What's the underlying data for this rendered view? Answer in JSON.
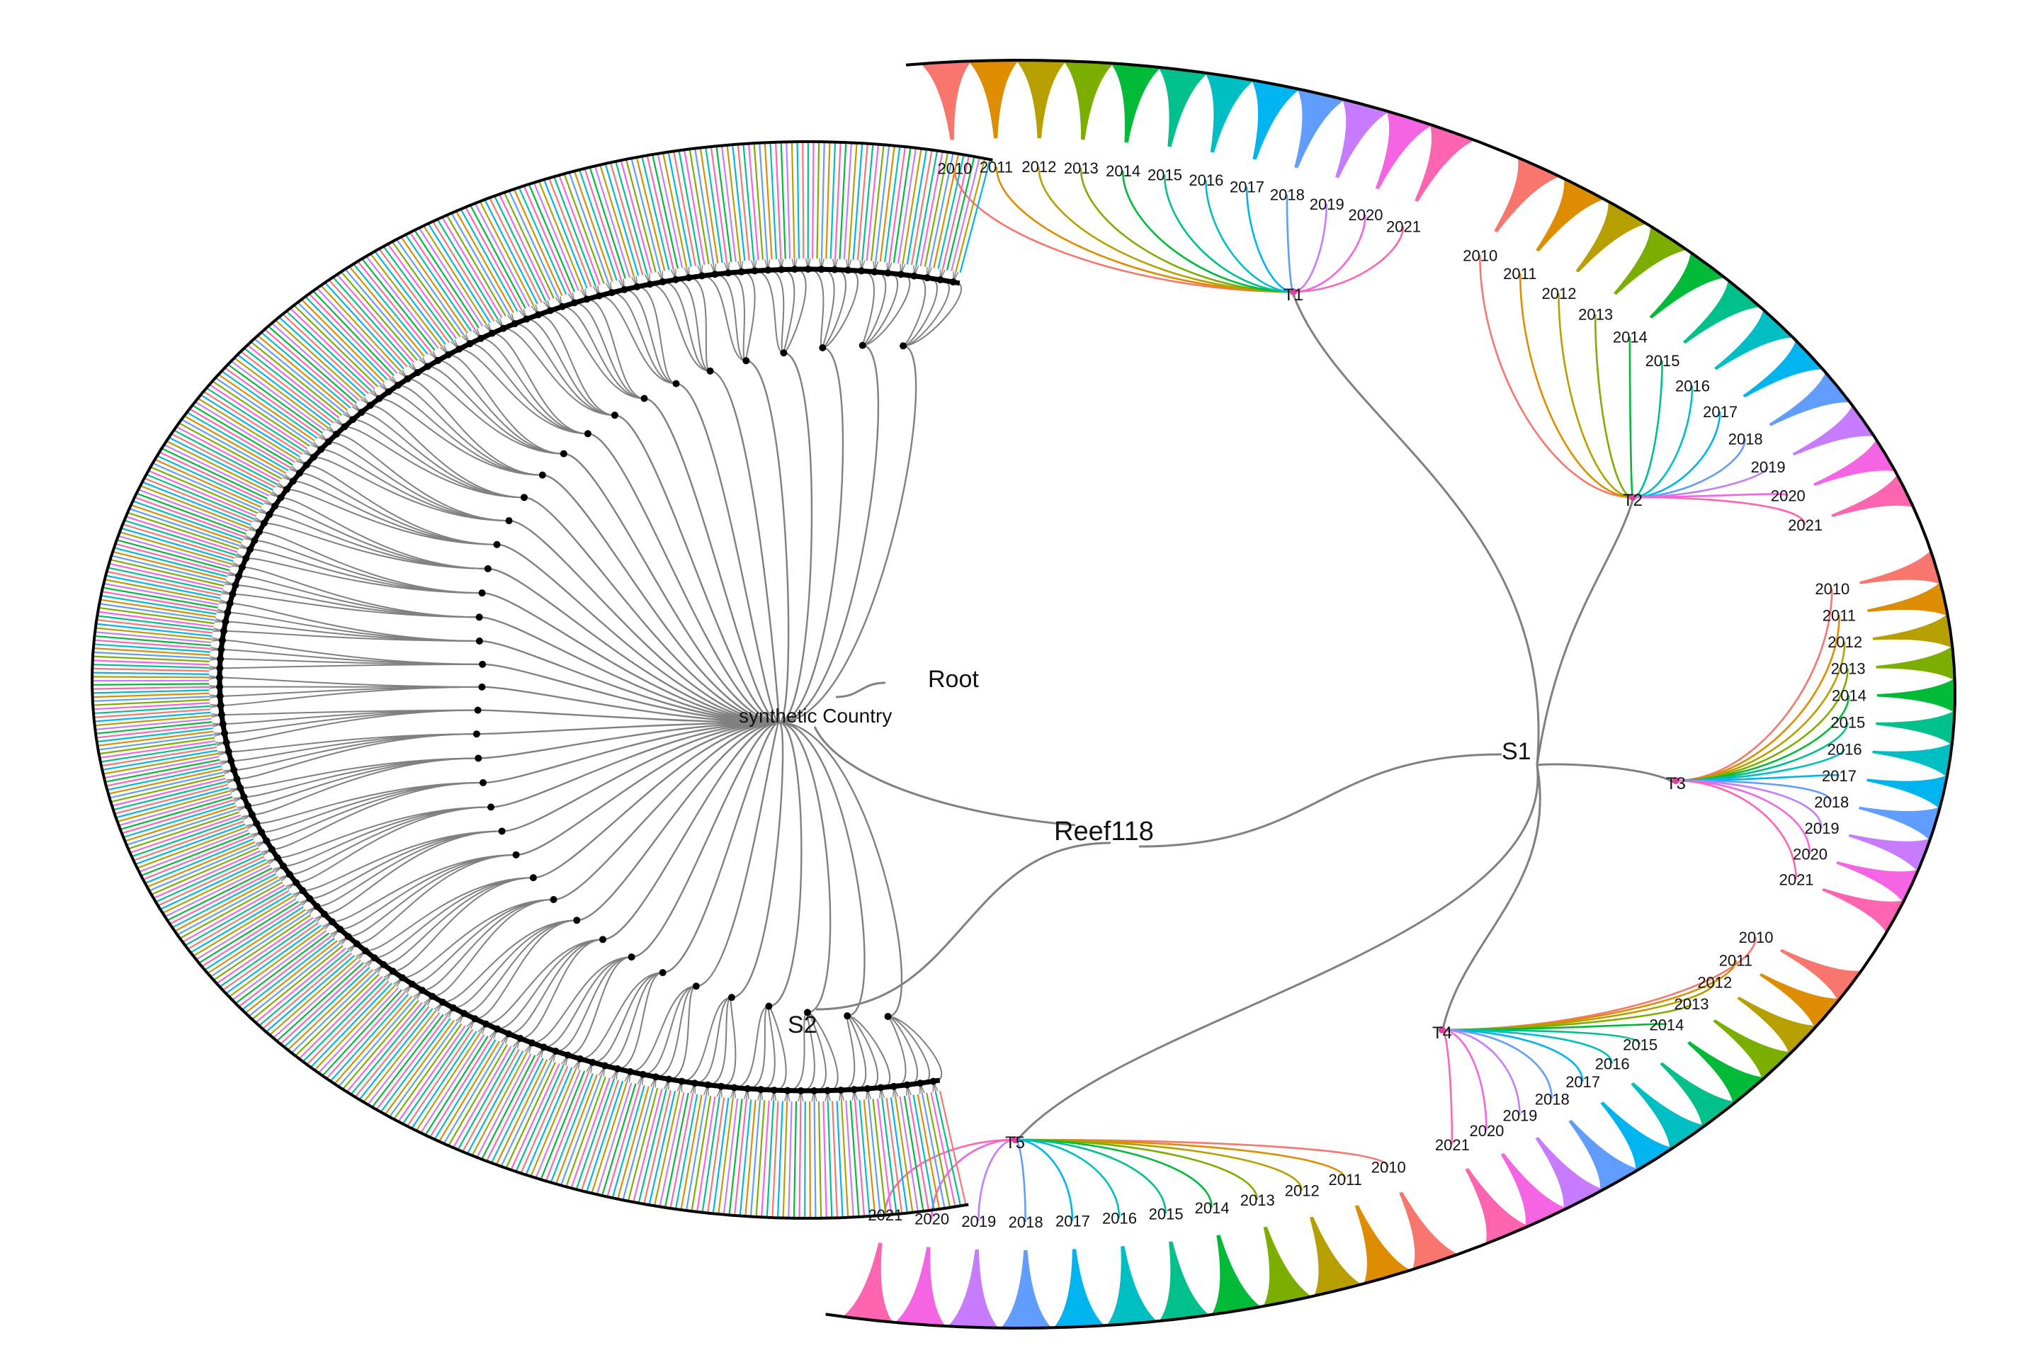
{
  "diagram": {
    "type": "hierarchical-tree",
    "nodes": {
      "root": "Root",
      "country": "synthetic Country",
      "reef": "Reef118",
      "s1": "S1",
      "s2": "S2"
    },
    "transects": [
      "T1",
      "T2",
      "T3",
      "T4",
      "T5"
    ],
    "years": [
      "2010",
      "2011",
      "2012",
      "2013",
      "2014",
      "2015",
      "2016",
      "2017",
      "2018",
      "2019",
      "2020",
      "2021"
    ],
    "year_colors": [
      "#F8766D",
      "#DE8C00",
      "#B79F00",
      "#7CAE00",
      "#00BA38",
      "#00C08B",
      "#00BFC4",
      "#00B4F0",
      "#619CFF",
      "#C77CFF",
      "#F564E3",
      "#FF64B0"
    ],
    "country_branches": 40,
    "leaves_per_branch": 4,
    "edge_color": "#808080",
    "ring_color": "#000000"
  }
}
